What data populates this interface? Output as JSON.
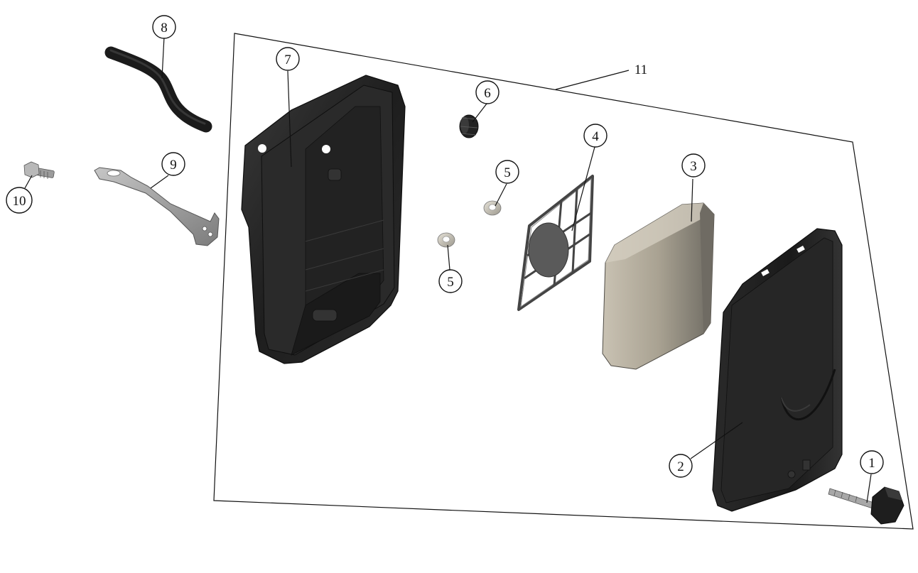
{
  "diagram": {
    "title": "",
    "callouts": {
      "c1": "1",
      "c2": "2",
      "c3": "3",
      "c4": "4",
      "c5a": "5",
      "c5b": "5",
      "c6": "6",
      "c7": "7",
      "c8": "8",
      "c9": "9",
      "c10": "10",
      "c11": "11"
    },
    "colors": {
      "housing": "#1c1c1c",
      "filter": "#b4ad9f",
      "bracket": "#9a9a9a",
      "washer": "#c8c4b8",
      "line": "#111111"
    }
  }
}
